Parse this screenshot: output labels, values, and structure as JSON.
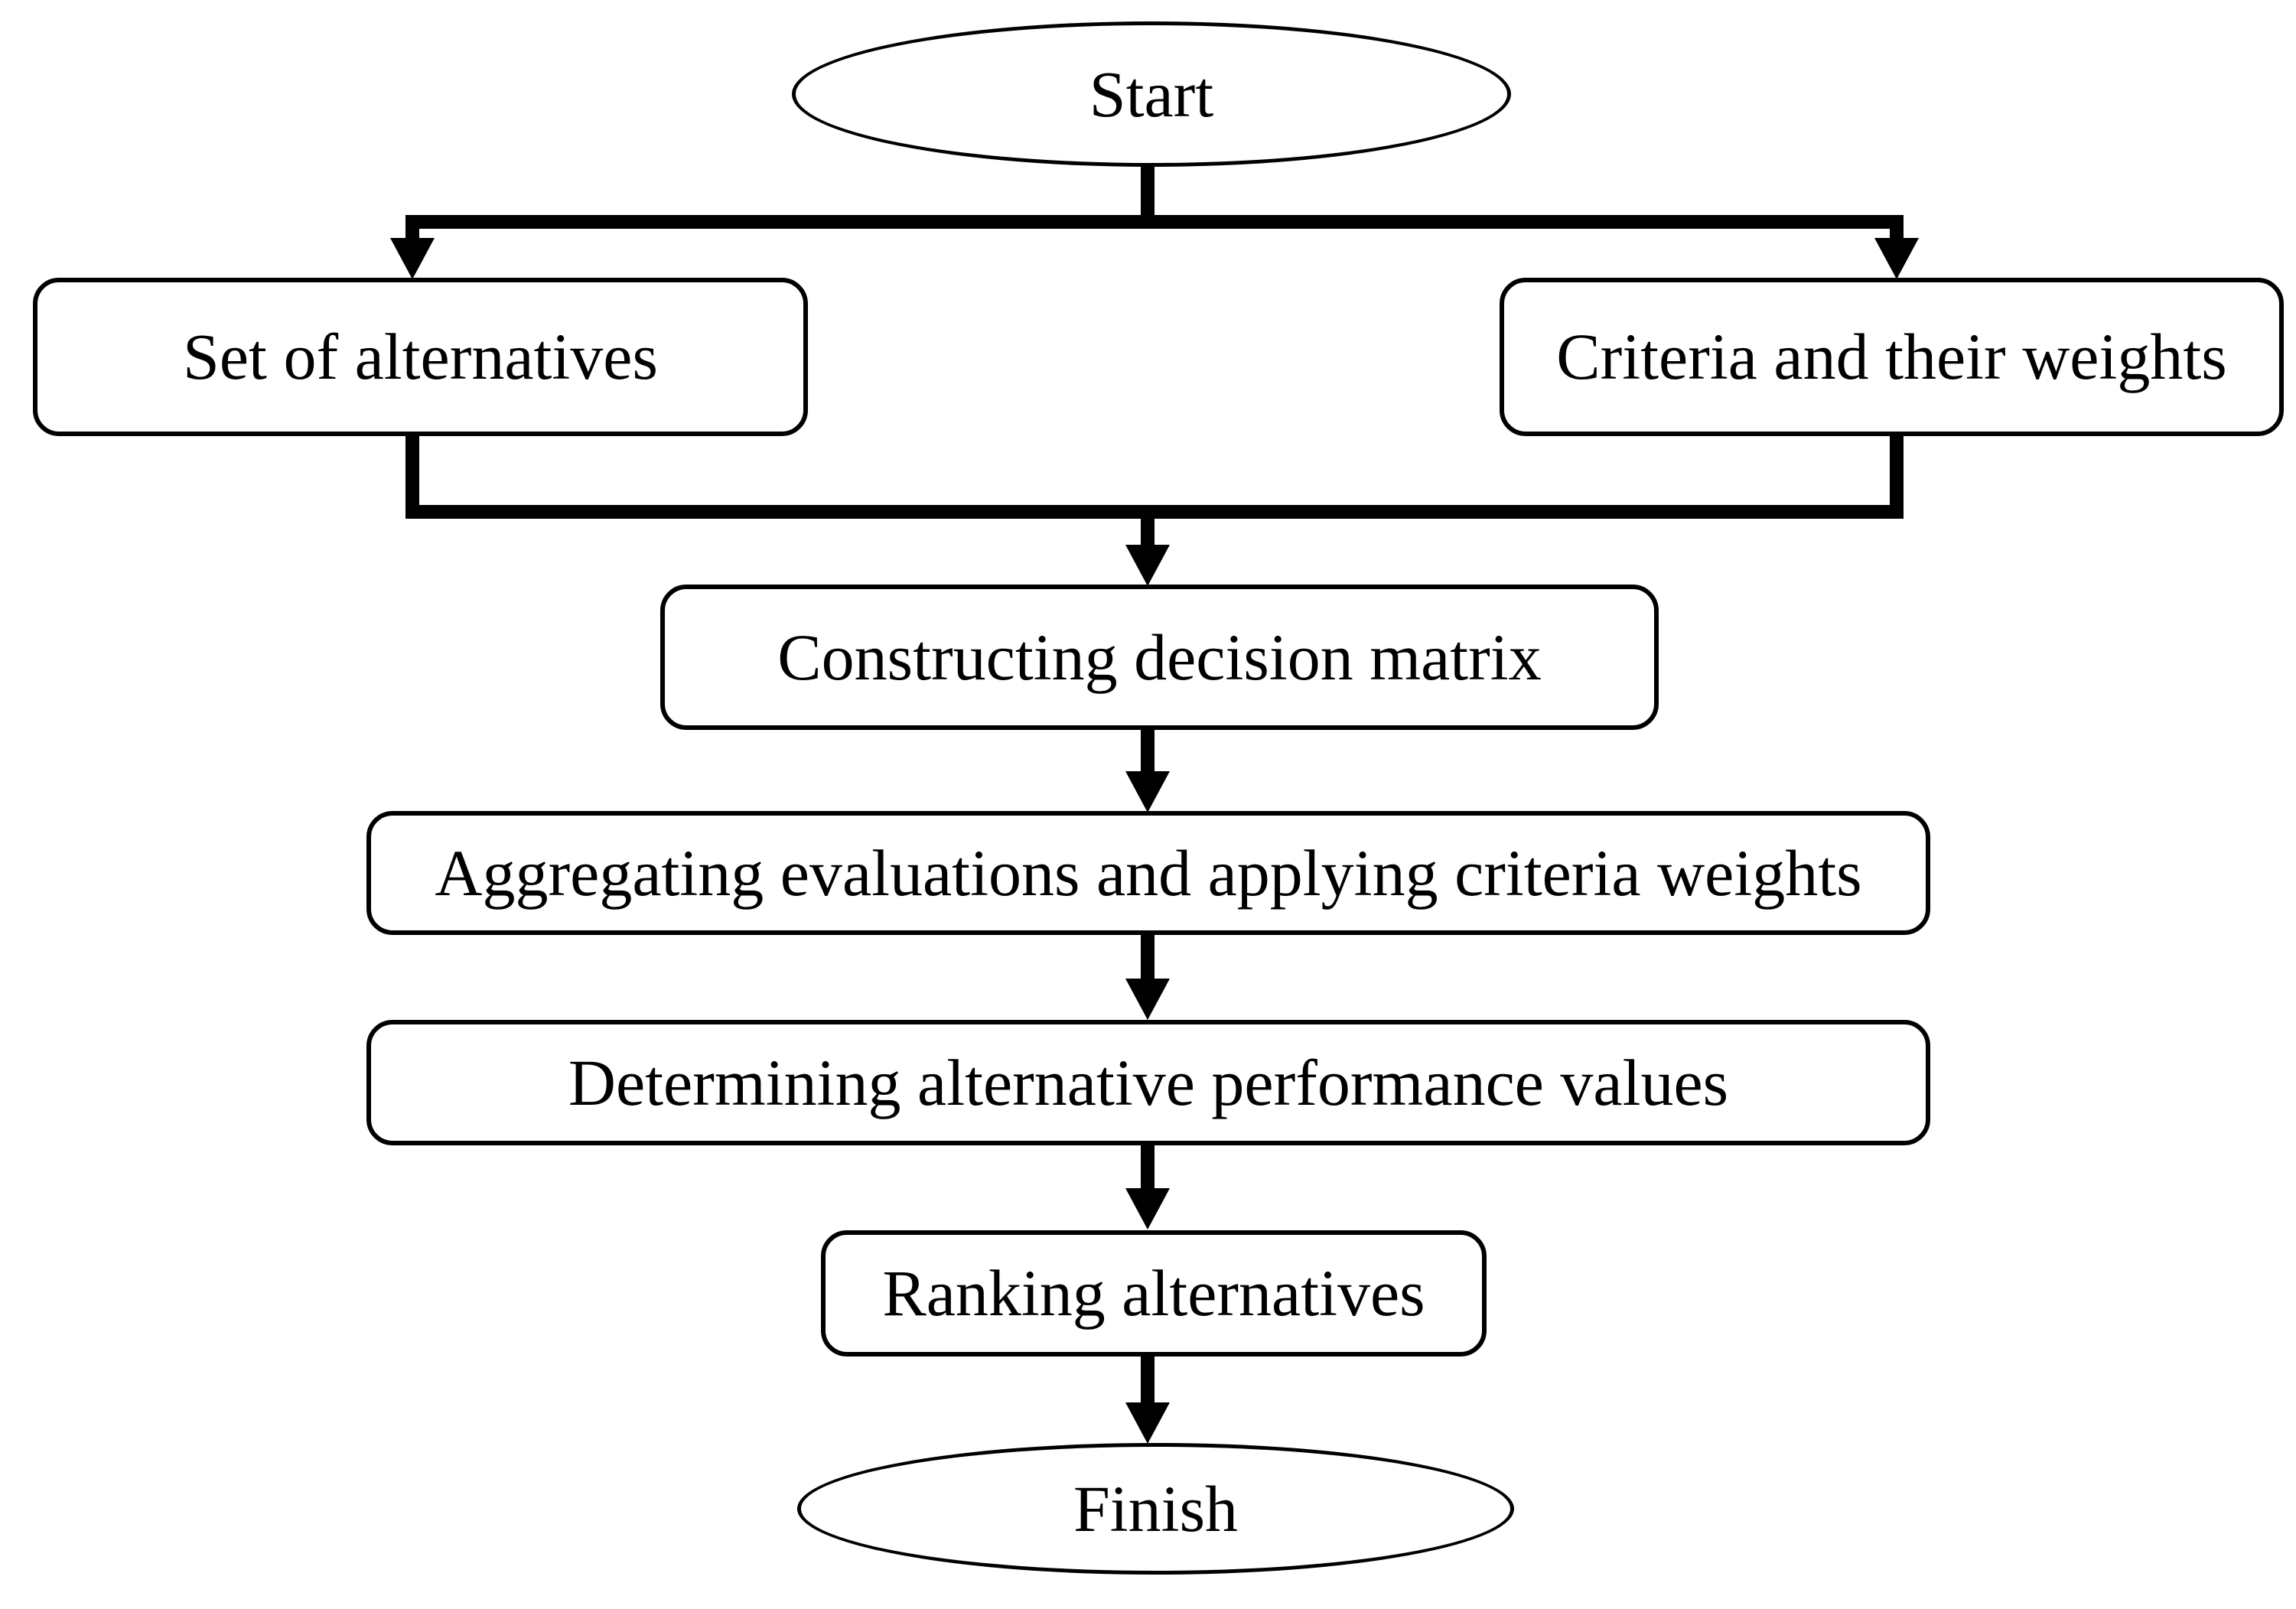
{
  "diagram": {
    "type": "flowchart",
    "background": "#ffffff",
    "colors": {
      "line": "#000000",
      "node_fill": "#ffffff",
      "text": "#000000"
    },
    "nodes": [
      {
        "id": "start",
        "shape": "ellipse",
        "label": "Start"
      },
      {
        "id": "set-of-alternatives",
        "shape": "rounded-rect",
        "label": "Set of alternatives"
      },
      {
        "id": "criteria-weights",
        "shape": "rounded-rect",
        "label": "Criteria and their weights"
      },
      {
        "id": "decision-matrix",
        "shape": "rounded-rect",
        "label": "Constructing decision matrix"
      },
      {
        "id": "aggregating",
        "shape": "rounded-rect",
        "label": "Aggregating evaluations and applying criteria weights"
      },
      {
        "id": "performance-values",
        "shape": "rounded-rect",
        "label": "Determining alternative performance values"
      },
      {
        "id": "ranking",
        "shape": "rounded-rect",
        "label": "Ranking alternatives"
      },
      {
        "id": "finish",
        "shape": "ellipse",
        "label": "Finish"
      }
    ],
    "edges": [
      {
        "from": "start",
        "to": "set-of-alternatives"
      },
      {
        "from": "start",
        "to": "criteria-weights"
      },
      {
        "from": "set-of-alternatives",
        "to": "decision-matrix"
      },
      {
        "from": "criteria-weights",
        "to": "decision-matrix"
      },
      {
        "from": "decision-matrix",
        "to": "aggregating"
      },
      {
        "from": "aggregating",
        "to": "performance-values"
      },
      {
        "from": "performance-values",
        "to": "ranking"
      },
      {
        "from": "ranking",
        "to": "finish"
      }
    ]
  }
}
